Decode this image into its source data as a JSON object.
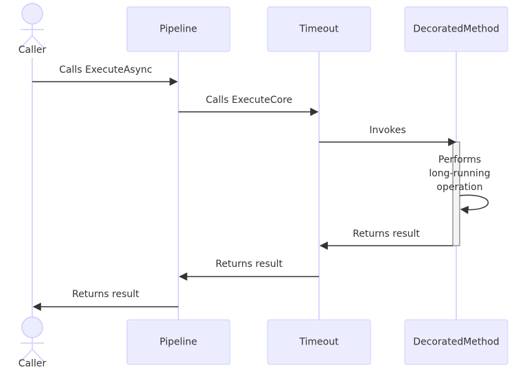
{
  "participants": [
    {
      "id": "caller",
      "label": "Caller",
      "kind": "actor"
    },
    {
      "id": "pipeline",
      "label": "Pipeline",
      "kind": "box"
    },
    {
      "id": "timeout",
      "label": "Timeout",
      "kind": "box"
    },
    {
      "id": "decorated",
      "label": "DecoratedMethod",
      "kind": "box"
    }
  ],
  "messages": [
    {
      "from": "caller",
      "to": "pipeline",
      "label": "Calls ExecuteAsync"
    },
    {
      "from": "pipeline",
      "to": "timeout",
      "label": "Calls ExecuteCore"
    },
    {
      "from": "timeout",
      "to": "decorated",
      "label": "Invokes"
    },
    {
      "from": "decorated",
      "to": "decorated",
      "label": [
        "Performs",
        "long-running",
        "operation"
      ]
    },
    {
      "from": "decorated",
      "to": "timeout",
      "label": "Returns result"
    },
    {
      "from": "timeout",
      "to": "pipeline",
      "label": "Returns result"
    },
    {
      "from": "pipeline",
      "to": "caller",
      "label": "Returns result"
    }
  ],
  "colors": {
    "participant_fill": "#ECECFF",
    "participant_stroke": "#CCCCFF",
    "text": "#333333",
    "activation_fill": "#f4f4f4"
  }
}
